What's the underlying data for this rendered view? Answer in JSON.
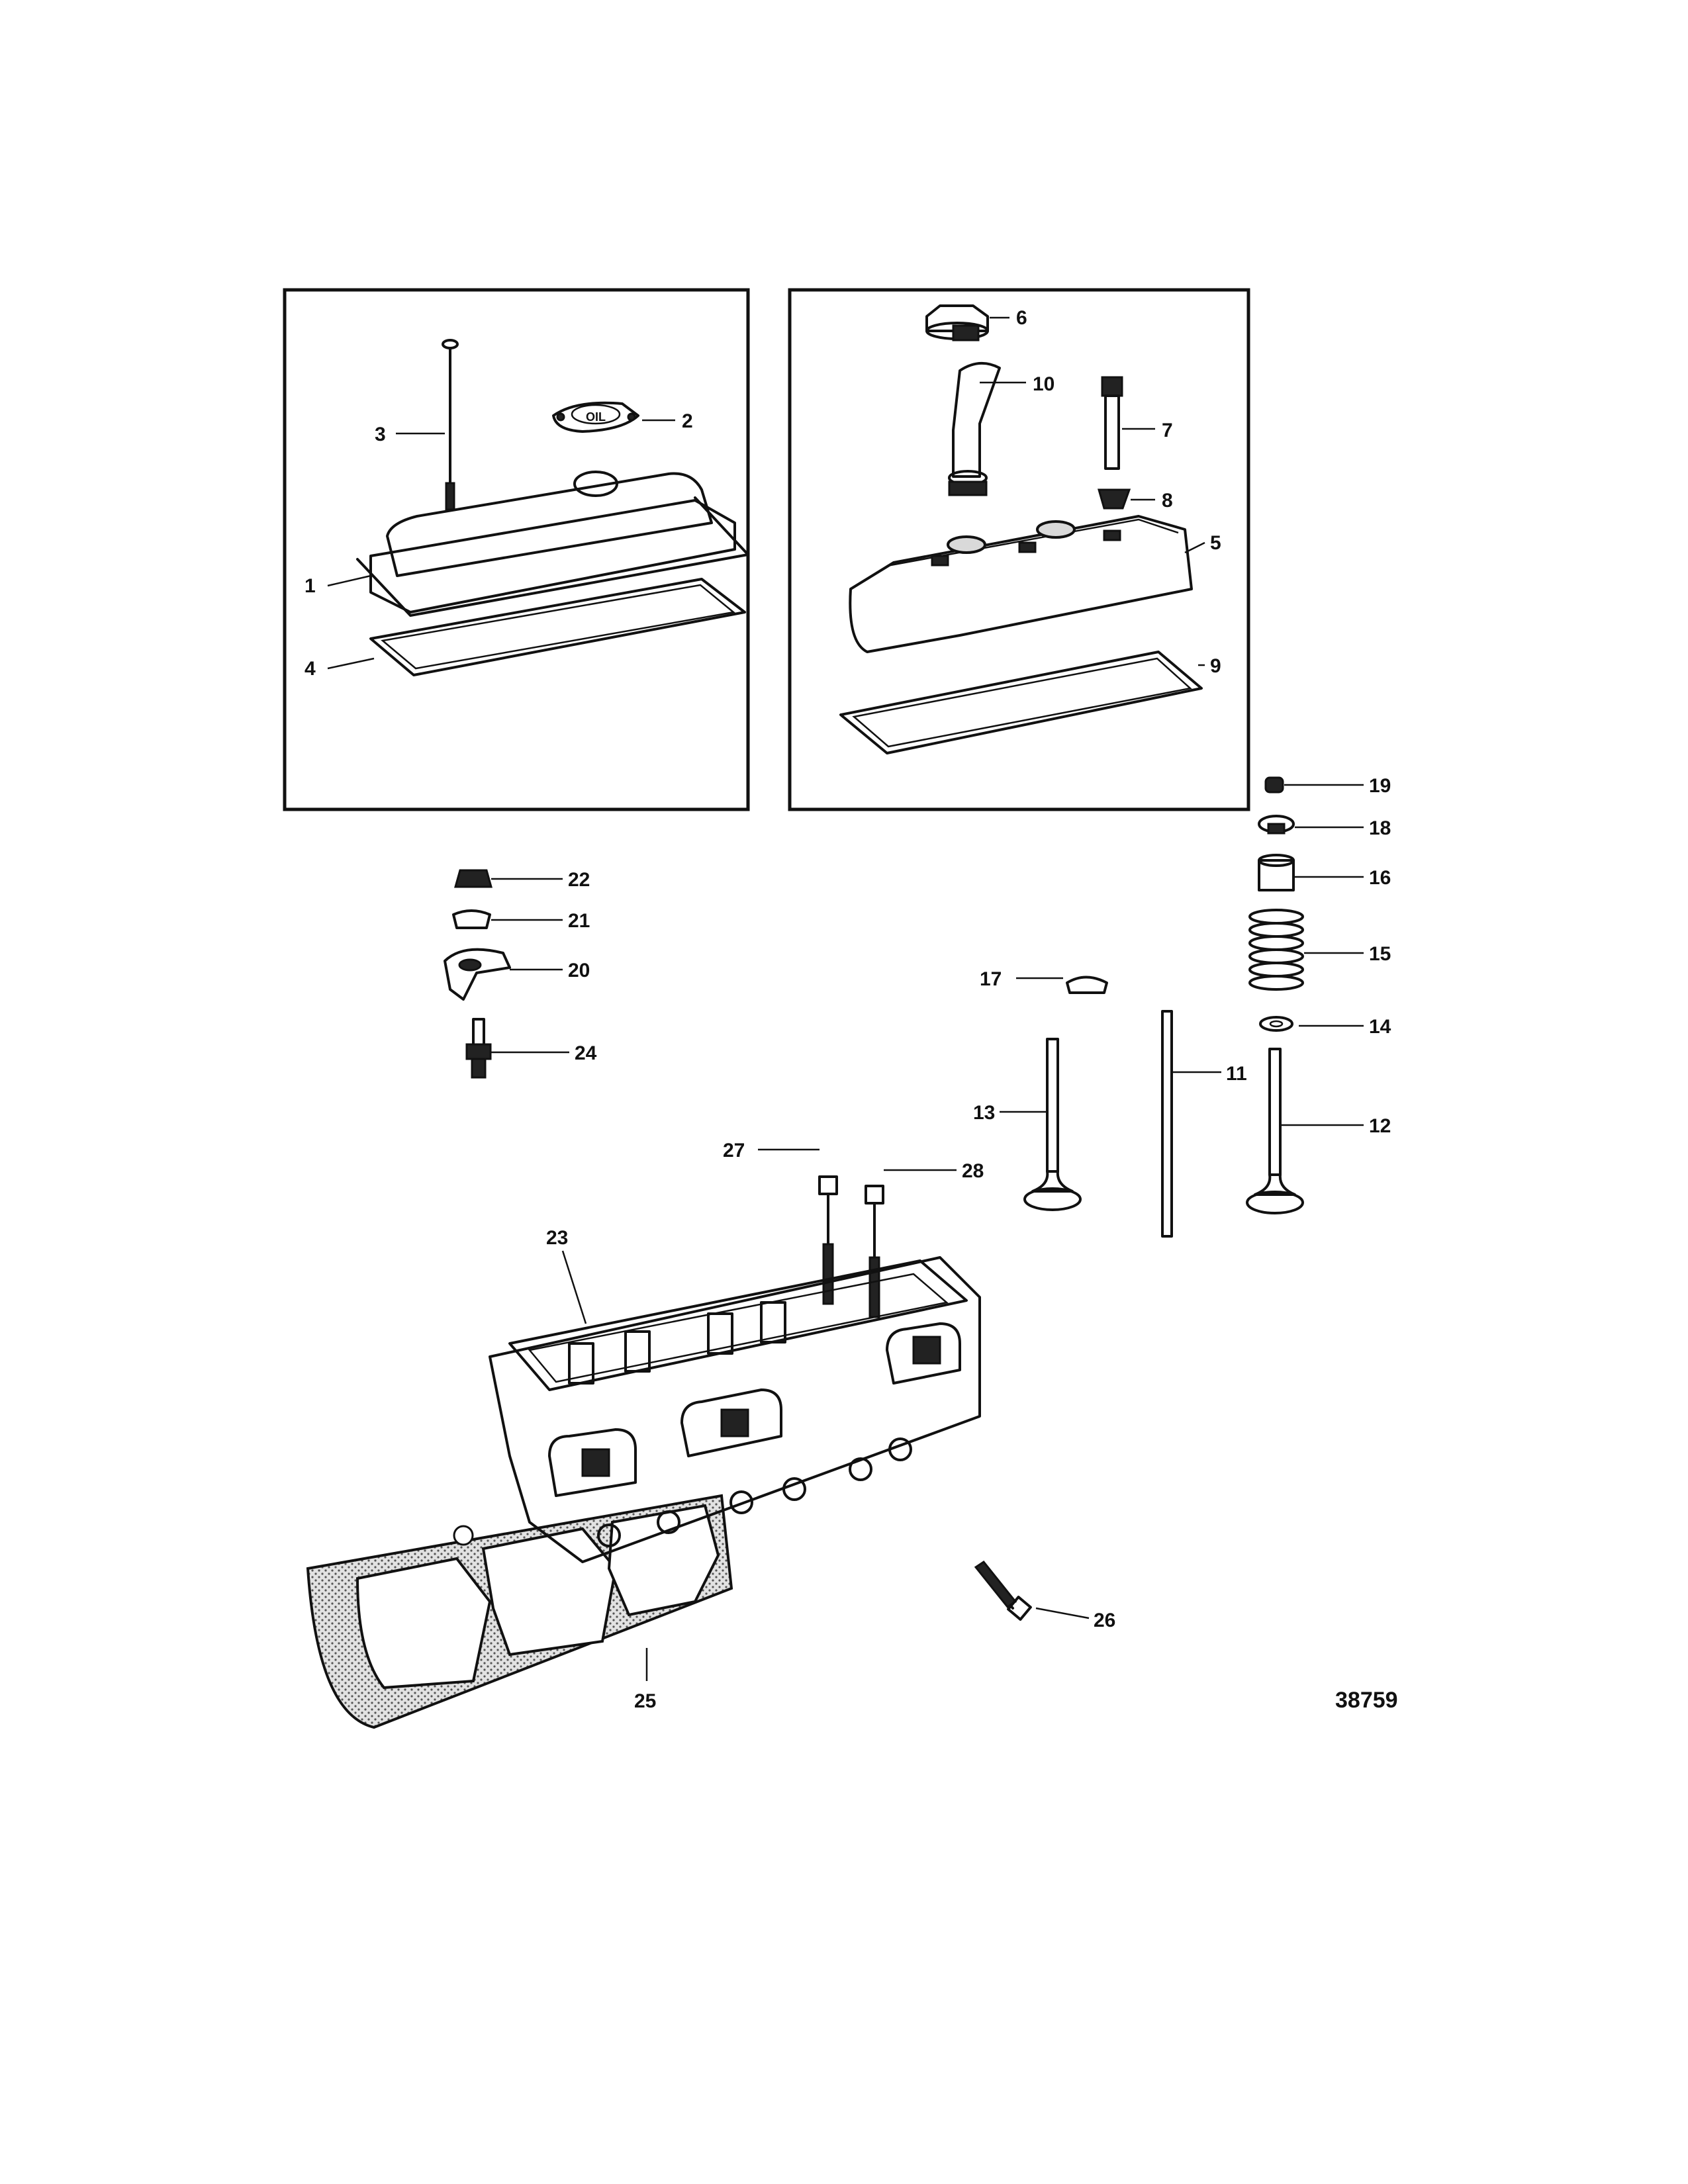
{
  "figure_number": "38759",
  "callouts": {
    "c1": "1",
    "c2": "2",
    "c3": "3",
    "c4": "4",
    "c5": "5",
    "c6": "6",
    "c7": "7",
    "c8": "8",
    "c9": "9",
    "c10": "10",
    "c11": "11",
    "c12": "12",
    "c13": "13",
    "c14": "14",
    "c15": "15",
    "c16": "16",
    "c17": "17",
    "c18": "18",
    "c19": "19",
    "c20": "20",
    "c21": "21",
    "c22": "22",
    "c23": "23",
    "c24": "24",
    "c25": "25",
    "c26": "26",
    "c27": "27",
    "c28": "28"
  },
  "oil_cap_text": "OIL",
  "colors": {
    "ink": "#111111",
    "gasket_stipple": "#bdbdbd",
    "paper": "#ffffff"
  }
}
